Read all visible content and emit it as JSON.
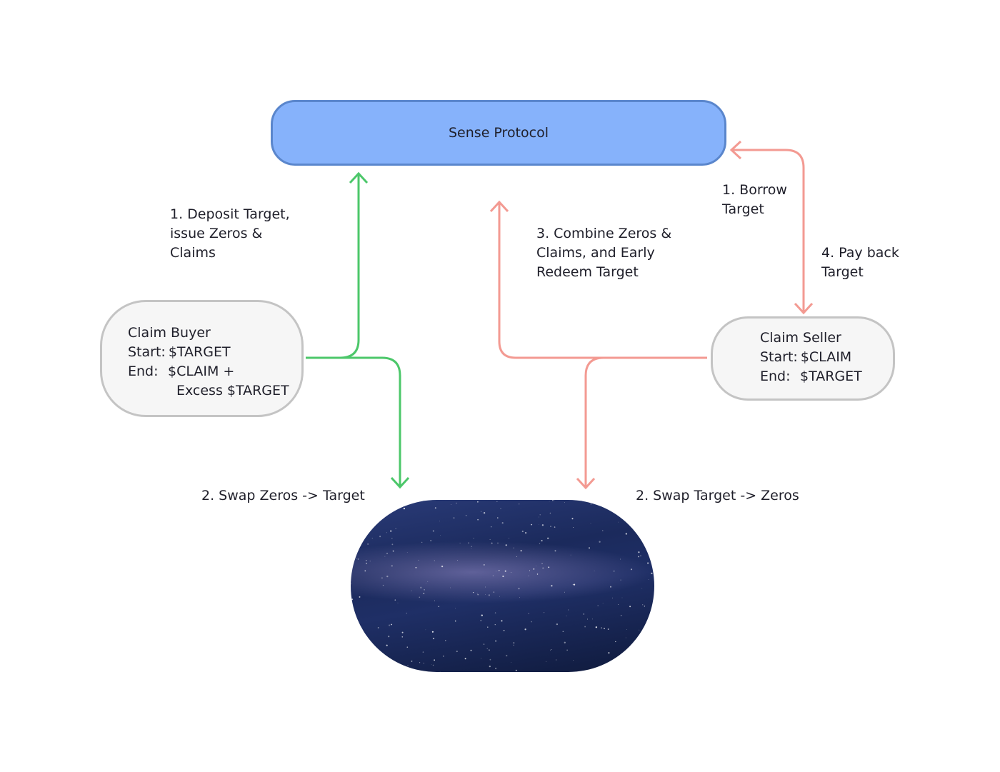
{
  "nodes": {
    "protocol": "Sense Protocol",
    "buyer": {
      "title": "Claim Buyer",
      "start_key": "Start:",
      "start_val": "$TARGET",
      "end_key": "End:",
      "end_val": "$CLAIM +",
      "end_val2": "Excess $TARGET"
    },
    "seller": {
      "title": "Claim Seller",
      "start_key": "Start:",
      "start_val": "$CLAIM",
      "end_key": "End:",
      "end_val": "$TARGET"
    }
  },
  "edges": {
    "deposit": "1. Deposit Target,\nissue Zeros &\nClaims",
    "borrow": "1. Borrow\nTarget",
    "combine": "3. Combine Zeros &\nClaims, and Early\nRedeem Target",
    "payback": "4. Pay back\nTarget",
    "swap_left": "2. Swap Zeros -> Target",
    "swap_right": "2. Swap Target -> Zeros"
  },
  "colors": {
    "buyer_flow": "#4cc76a",
    "seller_flow": "#f39a92",
    "protocol_fill": "#86b2fb"
  }
}
